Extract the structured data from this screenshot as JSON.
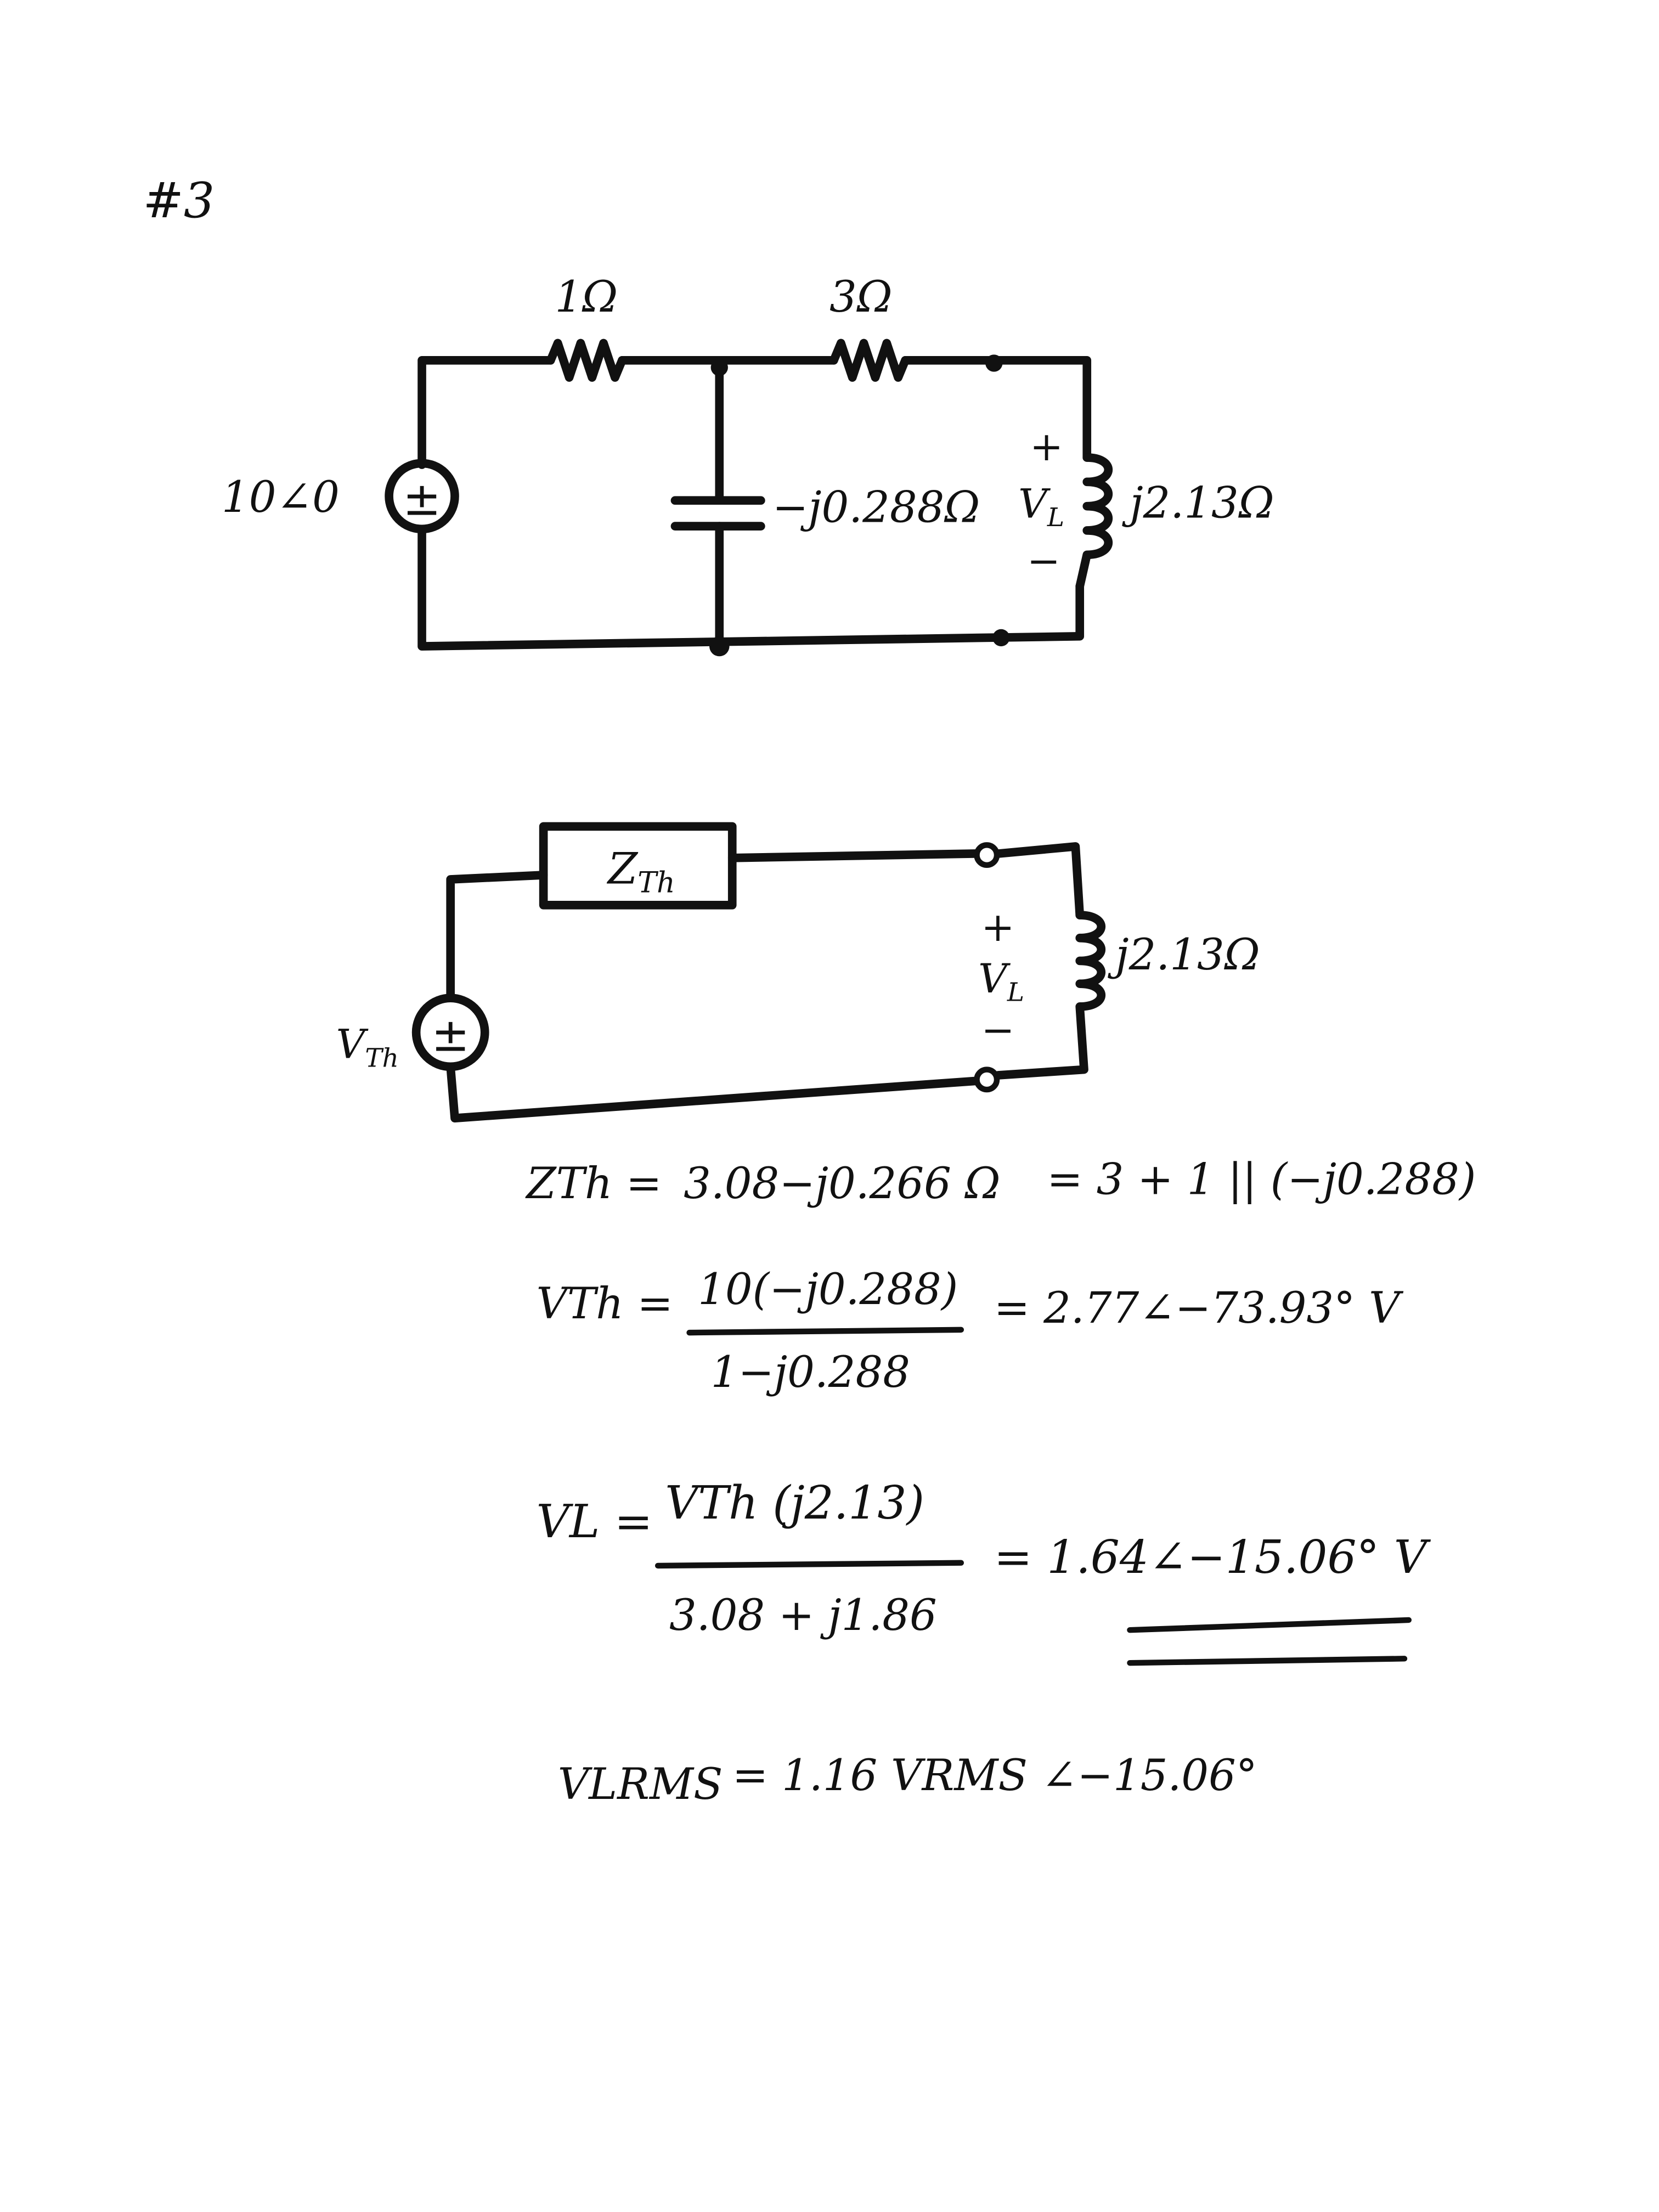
{
  "problem_number": "#3",
  "circuit1": {
    "source_value": "10∠0",
    "source_symbol": "±",
    "r1_label": "1Ω",
    "r2_label": "3Ω",
    "capacitor_label": "−j0.288Ω",
    "inductor_label": "j2.13Ω",
    "vl_plus": "+",
    "vl_label": "V",
    "vl_subscript": "L",
    "vl_minus": "−"
  },
  "circuit2": {
    "source_label": "V",
    "source_label_sub": "Th",
    "source_symbol": "±",
    "box_label": "Z",
    "box_label_sub": "Th",
    "inductor_label": "j2.13Ω",
    "vl_plus": "+",
    "vl_label": "V",
    "vl_subscript": "L",
    "vl_minus": "−"
  },
  "equations": {
    "zth_lhs": "ZTh =",
    "zth_value": "3.08−j0.266 Ω",
    "zth_expr": "= 3 + 1 || (−j0.288)",
    "vth_lhs": "VTh =",
    "vth_numerator": "10(−j0.288)",
    "vth_denominator": "1−j0.288",
    "vth_result": "= 2.77∠−73.93° V",
    "vl_lhs": "VL =",
    "vl_numerator": "VTh (j2.13)",
    "vl_denominator": "3.08 + j1.86",
    "vl_result": "= 1.64∠−15.06°  V",
    "vlrms_lhs": "VLRMS",
    "vlrms_result": "= 1.16 VRMS ∠−15.06°"
  }
}
